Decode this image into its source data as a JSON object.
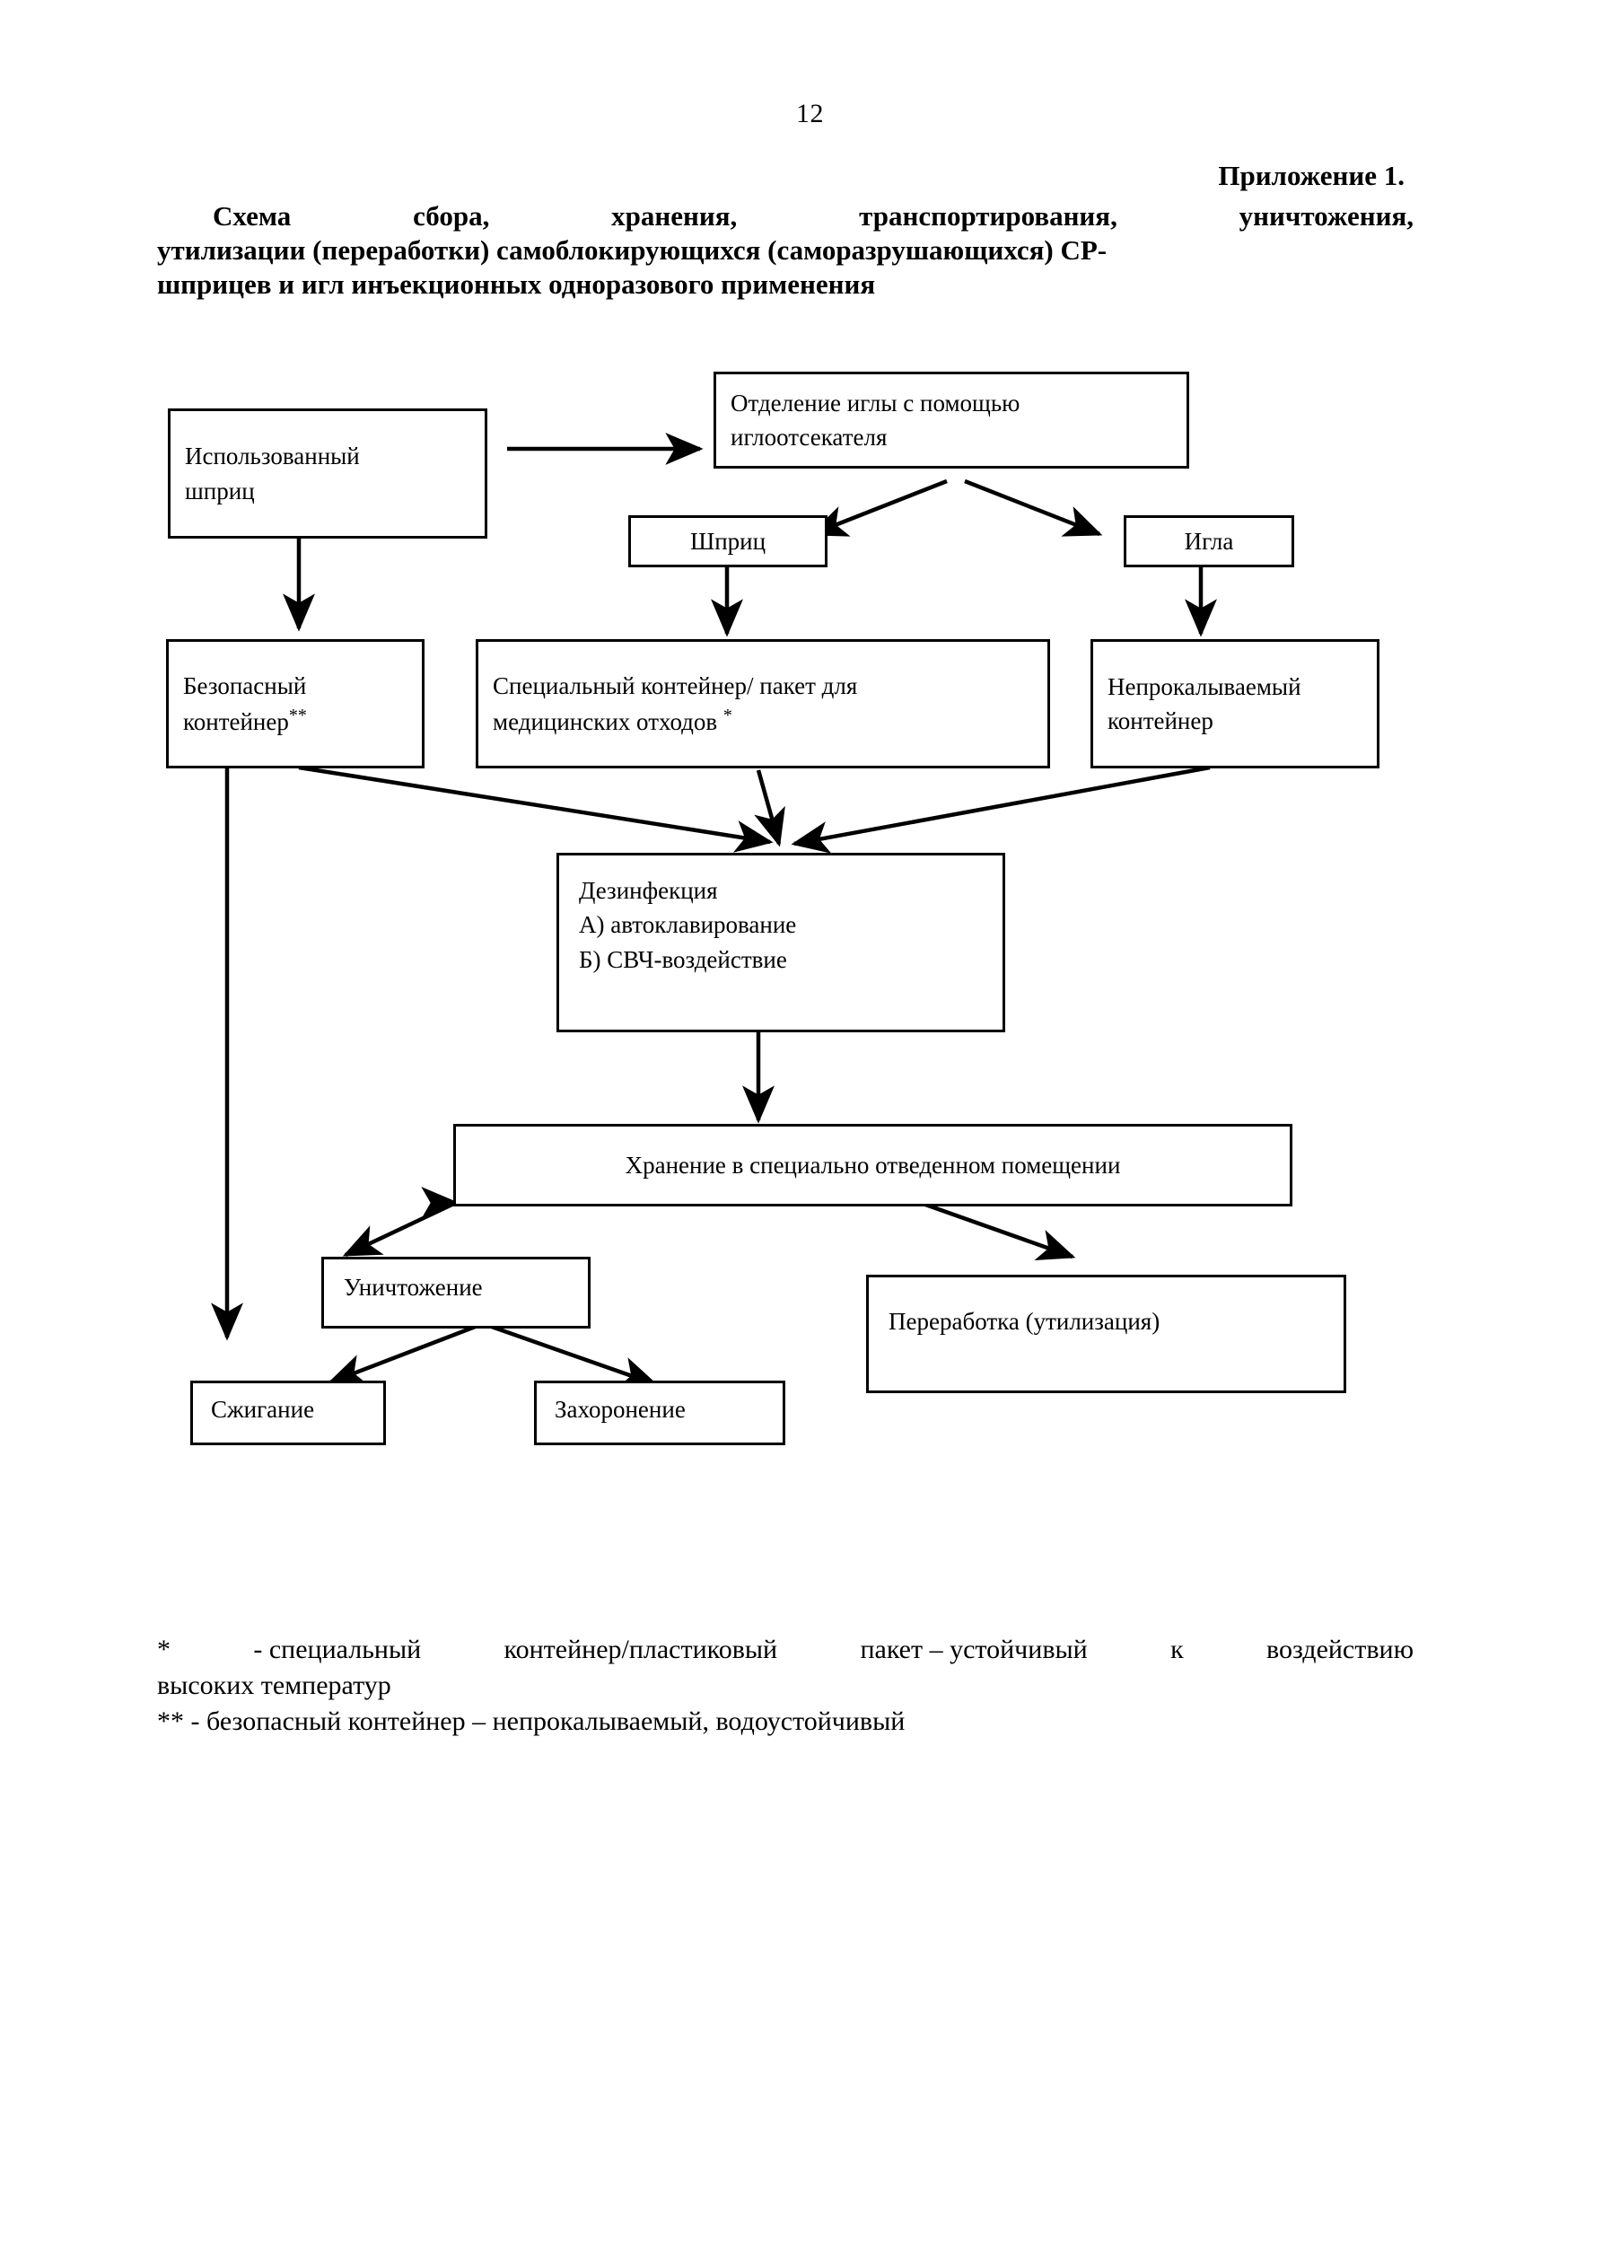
{
  "document": {
    "page_number": "12",
    "appendix_label": "Приложение 1.",
    "title": {
      "line1_words": [
        "Схема",
        "сбора,",
        "хранения,",
        "транспортирования,",
        "уничтожения,"
      ],
      "line2": "утилизации (переработки) самоблокирующихся (саморазрушающихся) СР-",
      "line3": "шприцев и игл инъекционных одноразового применения"
    }
  },
  "flowchart": {
    "nodes": {
      "used_syringe": {
        "line1": "Использованный",
        "line2": "шприц"
      },
      "needle_separation": {
        "line1": "Отделение иглы с помощью",
        "line2": "иглоотсекателя"
      },
      "syringe": {
        "label": "Шприц"
      },
      "needle": {
        "label": "Игла"
      },
      "safe_container": {
        "line1": "Безопасный",
        "line2": "контейнер",
        "marker": "**"
      },
      "special_container": {
        "line1": "Специальный контейнер/ пакет  для",
        "line2": "медицинских  отходов ",
        "marker": "*"
      },
      "puncture_proof_container": {
        "line1": "Непрокалываемый",
        "line2": "контейнер"
      },
      "disinfection": {
        "line1": "Дезинфекция",
        "line2": "А) автоклавирование",
        "line3": "Б)  СВЧ-воздействие"
      },
      "storage": {
        "label": "Хранение в специально отведенном помещении"
      },
      "destruction": {
        "label": "Уничтожение"
      },
      "recycling": {
        "label": "Переработка (утилизация)"
      },
      "incineration": {
        "label": "Сжигание"
      },
      "burial": {
        "label": "Захоронение"
      }
    }
  },
  "footnotes": {
    "note1_marker": "*",
    "note1_words": [
      "- специальный",
      "контейнер/пластиковый",
      "пакет – устойчивый",
      "к",
      "воздействию"
    ],
    "note1_cont": "высоких  температур",
    "note2_marker": "**",
    "note2_text": " - безопасный  контейнер – непрокалываемый,  водоустойчивый"
  }
}
